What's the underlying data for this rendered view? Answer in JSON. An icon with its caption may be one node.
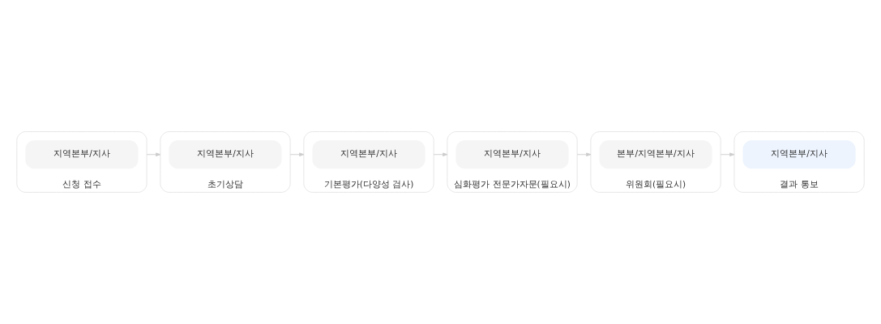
{
  "diagram": {
    "nodes": [
      {
        "text": [
          "신청 접수"
        ]
      },
      {
        "text": [
          "지역본부/지사"
        ],
        "in": 0
      },
      {
        "text": [
          "초기상담"
        ]
      },
      {
        "text": [
          "지역본부/지사"
        ],
        "in": 2
      },
      {
        "text": [
          "기본평가(다양성 검사)"
        ]
      },
      {
        "text": [
          "지역본부/지사"
        ],
        "in": 4
      },
      {
        "text": [
          "심화평가 전문가자문(필요시)"
        ]
      },
      {
        "text": [
          "지역본부/지사"
        ],
        "in": 6
      },
      {
        "text": [
          "결과 통보"
        ]
      },
      {
        "text": [
          "지역본부/지사"
        ],
        "in": 8
      },
      {
        "text": [
          "위원회(필요시)"
        ]
      },
      {
        "text": [
          "본부/지역본부/지사"
        ],
        "in": 10
      }
    ],
    "edges": [
      {
        "from": 0,
        "to": 2,
        "arrow": "to"
      },
      {
        "from": 2,
        "to": 4,
        "arrow": "to"
      },
      {
        "from": 4,
        "to": 6,
        "arrow": "to"
      },
      {
        "from": 6,
        "to": 10,
        "arrow": "to"
      },
      {
        "from": 10,
        "to": 8,
        "arrow": "to"
      }
    ]
  }
}
